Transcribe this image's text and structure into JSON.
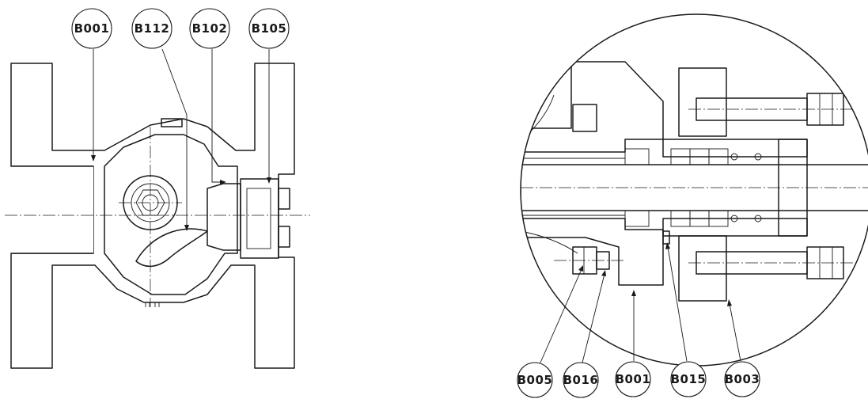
{
  "left_view": {
    "balloons": [
      {
        "id": "b001",
        "label": "B001"
      },
      {
        "id": "b112",
        "label": "B112"
      },
      {
        "id": "b102",
        "label": "B102"
      },
      {
        "id": "b105",
        "label": "B105"
      }
    ]
  },
  "detail_view": {
    "balloons": [
      {
        "id": "b005",
        "label": "B005"
      },
      {
        "id": "b016",
        "label": "B016"
      },
      {
        "id": "b001",
        "label": "B001"
      },
      {
        "id": "b015",
        "label": "B015"
      },
      {
        "id": "b003",
        "label": "B003"
      }
    ]
  },
  "colors": {
    "line": "#1a1a1a",
    "background": "#ffffff"
  }
}
